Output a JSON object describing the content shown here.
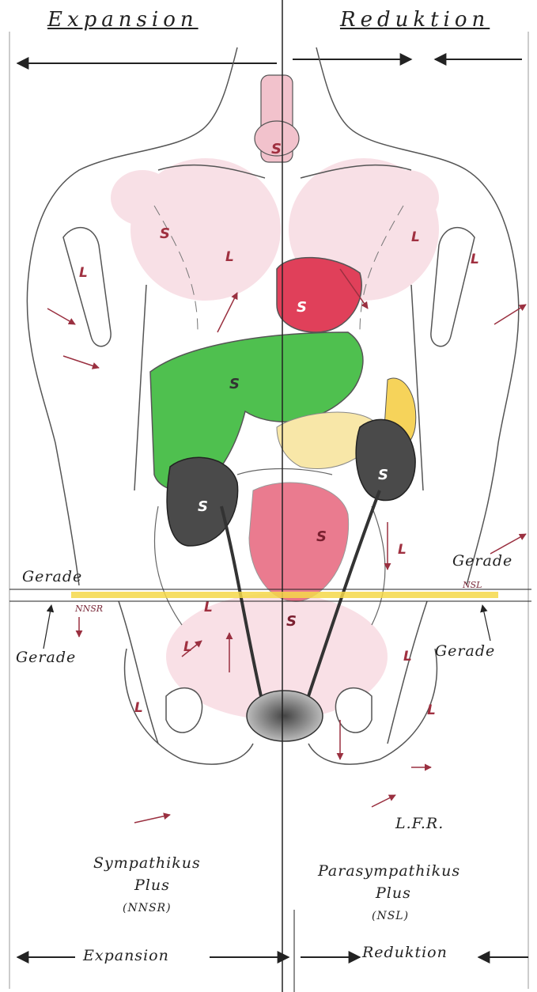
{
  "header": {
    "left_title": "Expansion",
    "right_title": "Reduktion"
  },
  "gerade": {
    "upper_left": "Gerade",
    "upper_right": "Gerade",
    "lower_left": "Gerade",
    "lower_right": "Gerade",
    "nnsr_label": "NNSR",
    "nsl_label": "NSL"
  },
  "organ_labels": {
    "thyroid": "S",
    "heart": "S",
    "liver": "S",
    "right_kidney": "S",
    "left_kidney": "S",
    "intestine": "S",
    "bladder": "S",
    "left_shoulder": "S"
  },
  "body_labels": {
    "left_arm": "L",
    "right_arm": "L",
    "left_lung": "L",
    "right_lung": "L",
    "left_hip": "L",
    "right_hip": "L",
    "colon_left": "L",
    "colon_right": "L",
    "pelvis_left": "L",
    "pelvis_right": "L"
  },
  "lfr_label": "L.F.R.",
  "footer": {
    "left_title": "Sympathikus",
    "left_plus": "Plus",
    "left_code": "(NNSR)",
    "right_title": "Parasympathikus",
    "right_plus": "Plus",
    "right_code": "(NSL)",
    "bottom_left": "Expansion",
    "bottom_right": "Reduktion"
  },
  "colors": {
    "liver": "#4fc04f",
    "heart": "#e0405a",
    "kidney": "#4a4a4a",
    "intestine_red": "#e3506a",
    "gallbladder": "#f6d35a",
    "pink_wash": "#f4c7d2",
    "line": "#333333",
    "arrow": "#9a3040",
    "highlight": "#f5d84a"
  }
}
